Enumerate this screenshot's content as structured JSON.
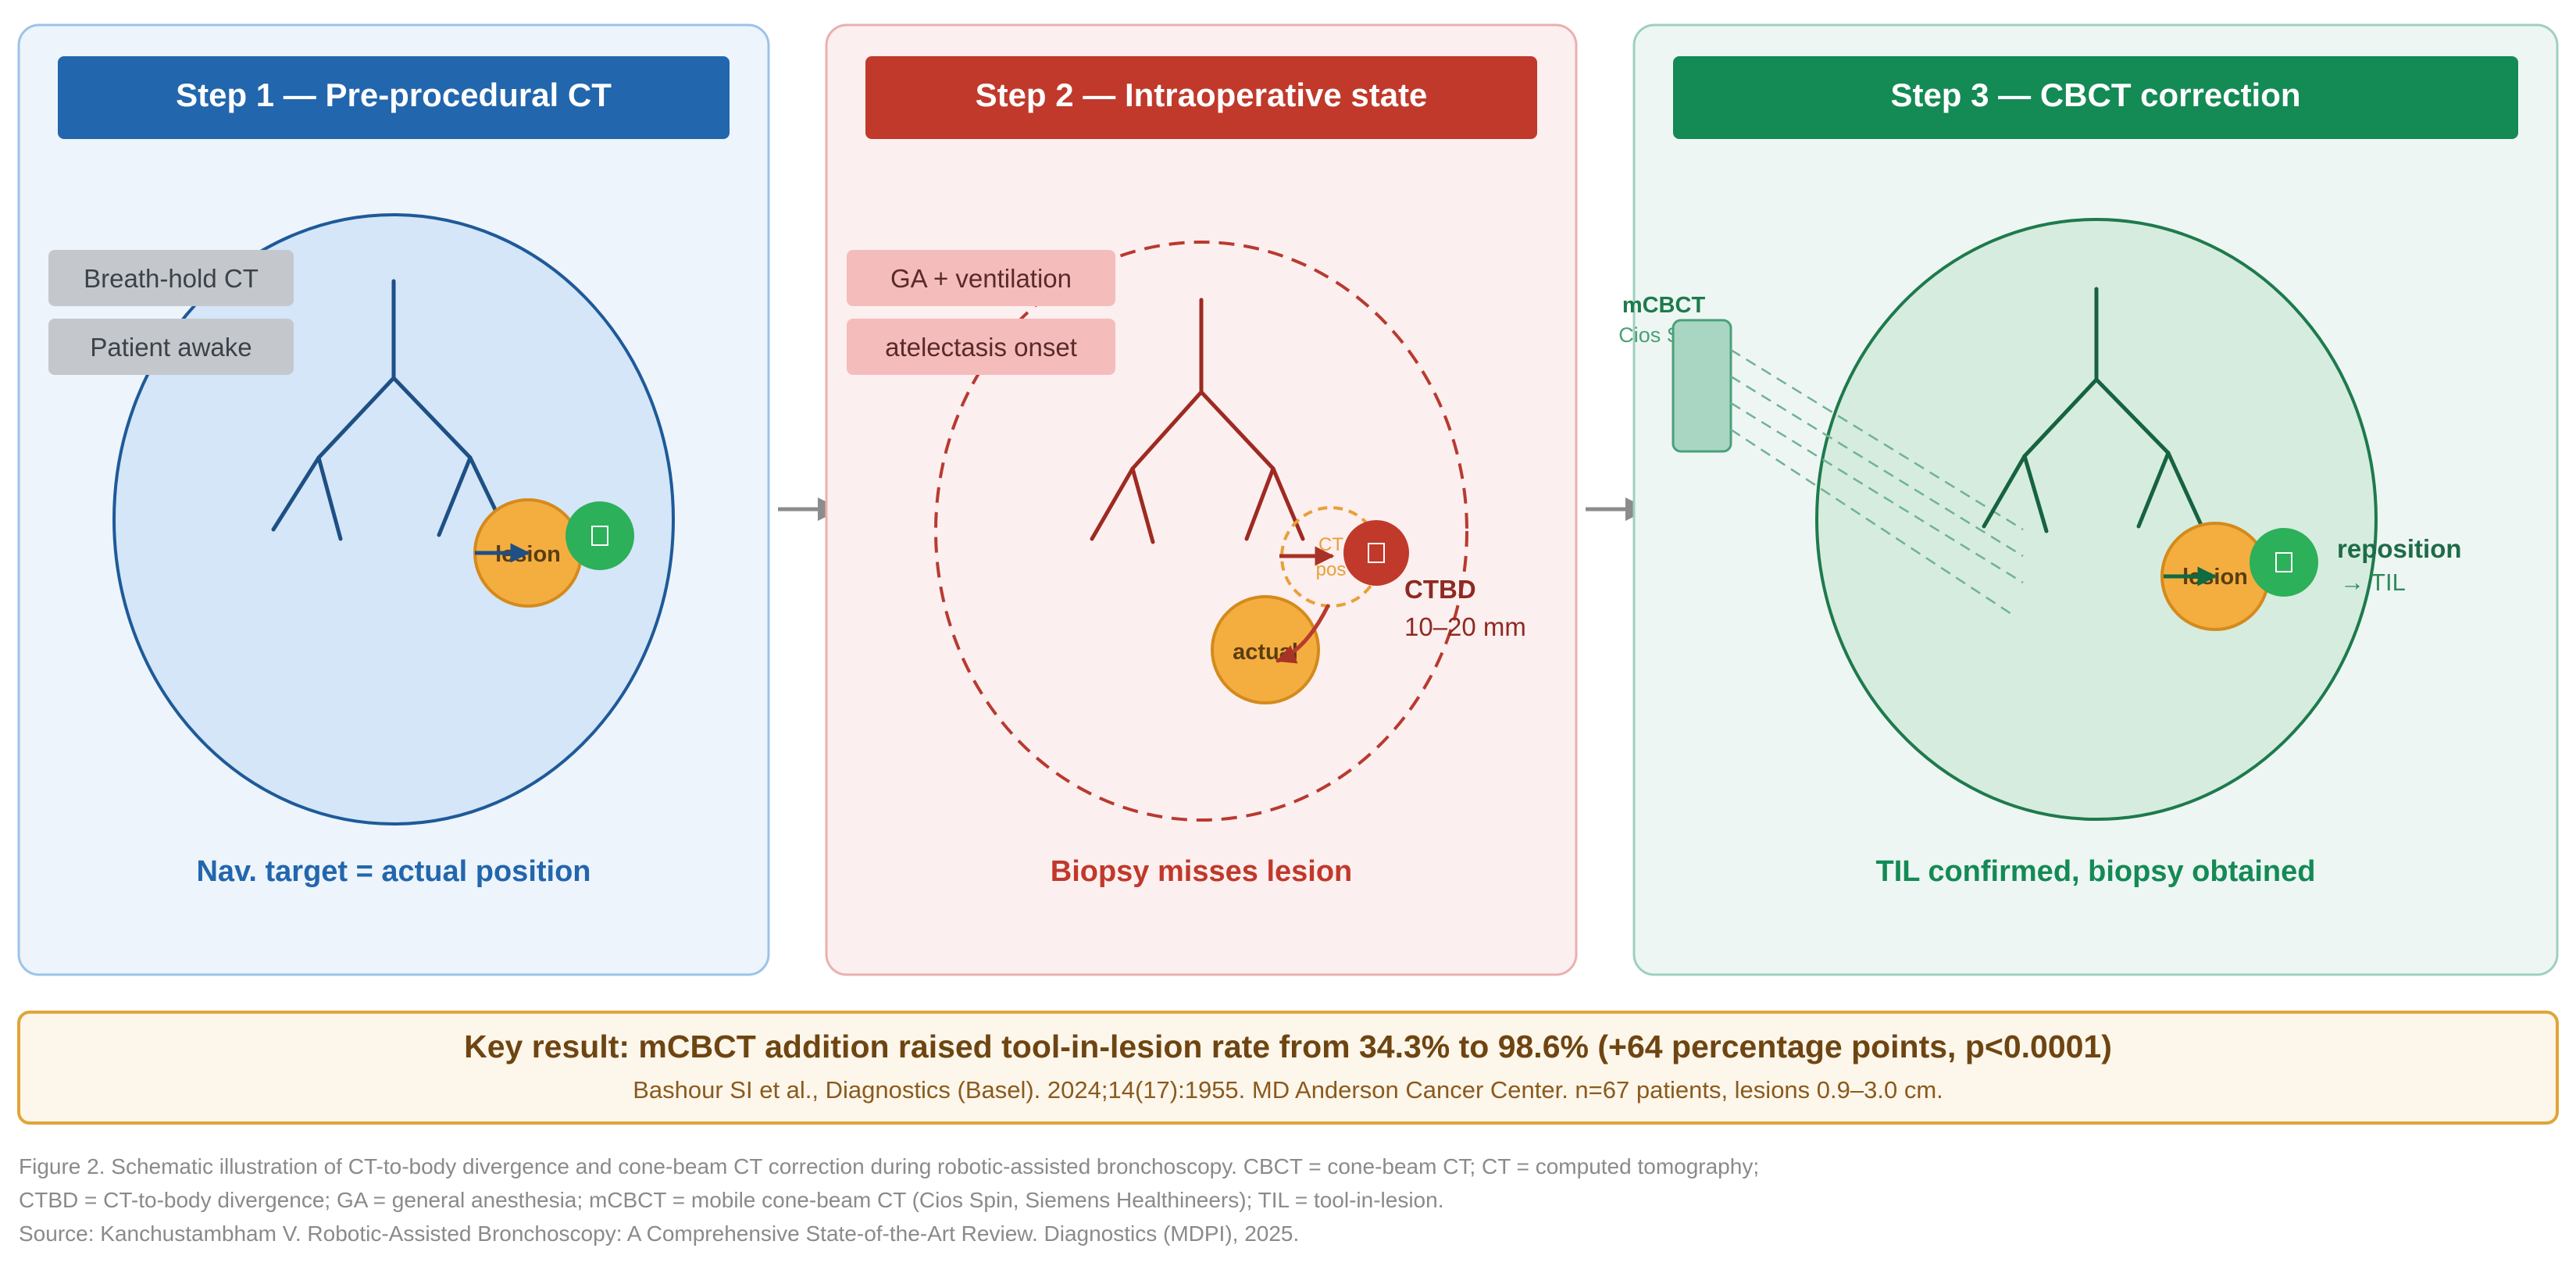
{
  "panels": [
    {
      "title": "Step 1 — Pre-procedural CT",
      "tags": [
        "Breath-hold CT",
        "Patient awake"
      ],
      "lesion_label": "lesion",
      "caption": "Nav. target = actual position",
      "colors": {
        "accent": "#2266ad",
        "panel_bg": "#edf4fb",
        "panel_border": "#9cc3e8",
        "lung_fill": "#d4e6f7",
        "tag_bg": "#c4c8cd",
        "tag_text": "#3b4249"
      }
    },
    {
      "title": "Step 2 — Intraoperative state",
      "tags": [
        "GA + ventilation",
        "atelectasis onset"
      ],
      "ct_pos_label": "CT pos",
      "actual_label": "actual",
      "ctbd_label": "CTBD",
      "ctbd_range": "10–20 mm",
      "caption": "Biopsy misses lesion",
      "colors": {
        "accent": "#c0392b",
        "panel_bg": "#fcefef",
        "panel_border": "#eab0ae",
        "tag_bg": "#f5bcbc",
        "tag_text": "#5a2a2a"
      }
    },
    {
      "title": "Step 3 — CBCT correction",
      "device_label": "mCBCT",
      "device_sublabel": "Cios Spin",
      "lesion_label": "lesion",
      "reposition_label": "reposition",
      "til_label": "→ TIL",
      "caption": "TIL confirmed, biopsy obtained",
      "colors": {
        "accent": "#148a55",
        "panel_bg": "#eef6f3",
        "panel_border": "#9fd0bb",
        "lung_fill": "#d6ecdf"
      }
    }
  ],
  "key_result": {
    "headline": "Key result: mCBCT addition raised tool-in-lesion rate from 34.3% to 98.6% (+64 percentage points, p<0.0001)",
    "source": "Bashour SI et al., Diagnostics (Basel). 2024;14(17):1955. MD Anderson Cancer Center. n=67 patients, lesions 0.9–3.0 cm.",
    "colors": {
      "border": "#e0a43a",
      "bg": "#fdf6ea",
      "text": "#6e4512"
    }
  },
  "footer": {
    "line1": "Figure 2. Schematic illustration of CT-to-body divergence and cone-beam CT correction during robotic-assisted bronchoscopy. CBCT = cone-beam CT; CT = computed tomography;",
    "line2": "CTBD = CT-to-body divergence; GA = general anesthesia; mCBCT = mobile cone-beam CT (Cios Spin, Siemens Healthineers); TIL = tool-in-lesion.",
    "line3": "Source: Kanchustambham V. Robotic-Assisted Bronchoscopy: A Comprehensive State-of-the-Art Review. Diagnostics (MDPI), 2025."
  },
  "icons": [
    "arrow-right-icon",
    "tool-tip-icon"
  ]
}
